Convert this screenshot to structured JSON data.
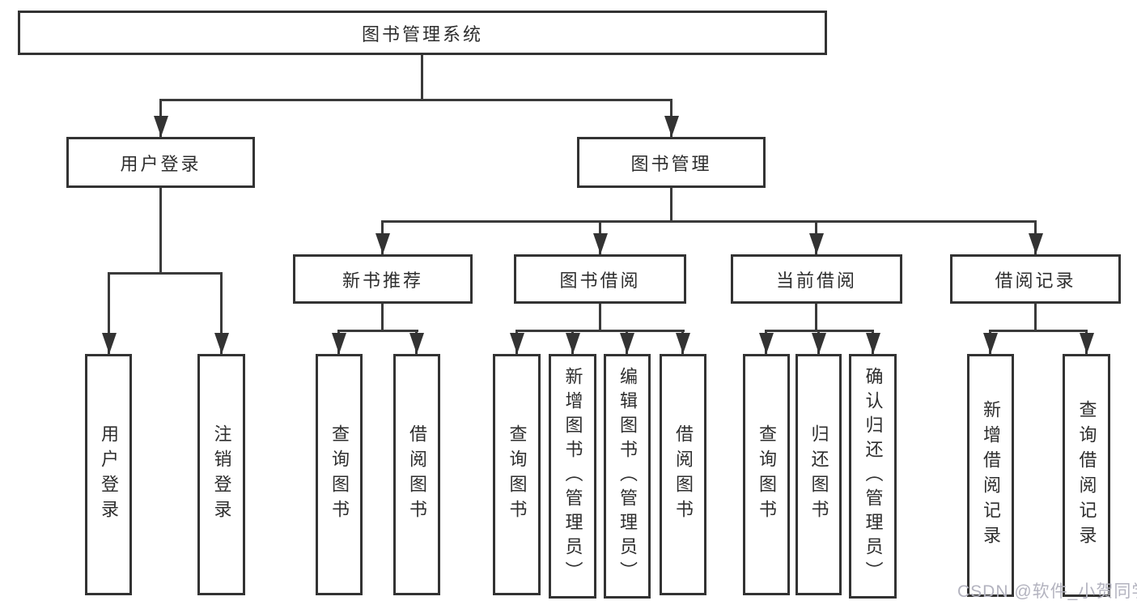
{
  "diagram": {
    "type": "hierarchy-tree",
    "title": "图书管理系统",
    "colors": {
      "background": "#ffffff",
      "box_border": "#333333",
      "connector_line": "#3a3a3a",
      "text": "#2e2e2e",
      "watermark": "#b3b3bf"
    },
    "nodes": {
      "root": {
        "label": "图书管理系统"
      },
      "level2": {
        "user_login": {
          "label": "用户登录"
        },
        "book_mgmt": {
          "label": "图书管理"
        }
      },
      "level3": {
        "new_book_rec": {
          "label": "新书推荐"
        },
        "book_borrow": {
          "label": "图书借阅"
        },
        "current_borrow": {
          "label": "当前借阅"
        },
        "borrow_record": {
          "label": "借阅记录"
        }
      },
      "leaves": {
        "user_login": {
          "label": "用户登录"
        },
        "logout": {
          "label": "注销登录"
        },
        "query_book_rec": {
          "label": "查询图书"
        },
        "borrow_book_rec": {
          "label": "借阅图书"
        },
        "query_book_borrow": {
          "label": "查询图书"
        },
        "add_book_admin": {
          "label": "新增图书（管理员）"
        },
        "edit_book_admin": {
          "label": "编辑图书（管理员）"
        },
        "borrow_book_borrow": {
          "label": "借阅图书"
        },
        "query_book_current": {
          "label": "查询图书"
        },
        "return_book": {
          "label": "归还图书"
        },
        "confirm_return_admin": {
          "label": "确认归还（管理员）"
        },
        "add_borrow_record": {
          "label": "新增借阅记录"
        },
        "query_borrow_record": {
          "label": "查询借阅记录"
        }
      }
    },
    "edges": [
      [
        "图书管理系统",
        "用户登录"
      ],
      [
        "图书管理系统",
        "图书管理"
      ],
      [
        "用户登录",
        "用户登录"
      ],
      [
        "用户登录",
        "注销登录"
      ],
      [
        "图书管理",
        "新书推荐"
      ],
      [
        "图书管理",
        "图书借阅"
      ],
      [
        "图书管理",
        "当前借阅"
      ],
      [
        "图书管理",
        "借阅记录"
      ],
      [
        "新书推荐",
        "查询图书"
      ],
      [
        "新书推荐",
        "借阅图书"
      ],
      [
        "图书借阅",
        "查询图书"
      ],
      [
        "图书借阅",
        "新增图书（管理员）"
      ],
      [
        "图书借阅",
        "编辑图书（管理员）"
      ],
      [
        "图书借阅",
        "借阅图书"
      ],
      [
        "当前借阅",
        "查询图书"
      ],
      [
        "当前借阅",
        "归还图书"
      ],
      [
        "当前借阅",
        "确认归还（管理员）"
      ],
      [
        "借阅记录",
        "新增借阅记录"
      ],
      [
        "借阅记录",
        "查询借阅记录"
      ]
    ],
    "watermark": {
      "text": "CSDN @软件_小贺同学"
    }
  }
}
